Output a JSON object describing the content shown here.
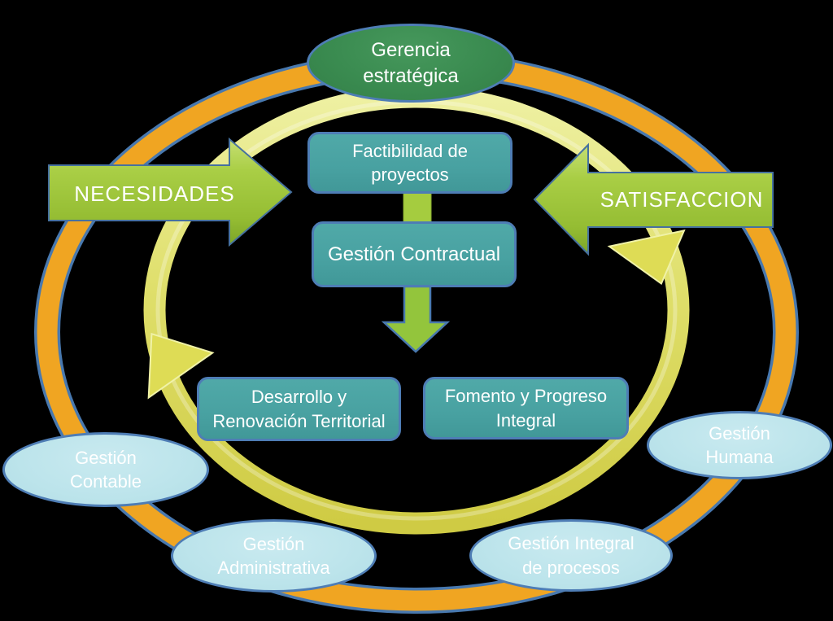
{
  "diagram": {
    "title_node": {
      "label": "Gerencia estratégica"
    },
    "input_arrow": {
      "label": "NECESIDADES"
    },
    "output_arrow": {
      "label": "SATISFACCION"
    },
    "process_boxes": [
      {
        "id": "factibilidad-proyectos",
        "label": "Factibilidad de proyectos"
      },
      {
        "id": "gestion-contractual",
        "label": "Gestión Contractual"
      },
      {
        "id": "desarrollo-renovacion",
        "label": "Desarrollo y Renovación Territorial"
      },
      {
        "id": "fomento-progreso",
        "label": "Fomento y Progreso Integral"
      }
    ],
    "support_ellipses": [
      {
        "id": "gestion-contable",
        "label": "Gestión Contable"
      },
      {
        "id": "gestion-administrativa",
        "label": "Gestión Administrativa"
      },
      {
        "id": "gestion-integral-procesos",
        "label": "Gestión Integral de procesos"
      },
      {
        "id": "gestion-humana",
        "label": "Gestión Humana"
      }
    ],
    "colors": {
      "background": "#000000",
      "outer_ring_orange": "#f0a522",
      "ring_border_blue": "#4878ae",
      "inner_cycle_yellow_green": "#d8d74f",
      "process_box_teal": "#48a1a1",
      "strategic_green": "#3a8b50",
      "support_light_blue": "#bce4eb",
      "arrow_green": "#9ec43a",
      "text_white": "#ffffff"
    }
  }
}
